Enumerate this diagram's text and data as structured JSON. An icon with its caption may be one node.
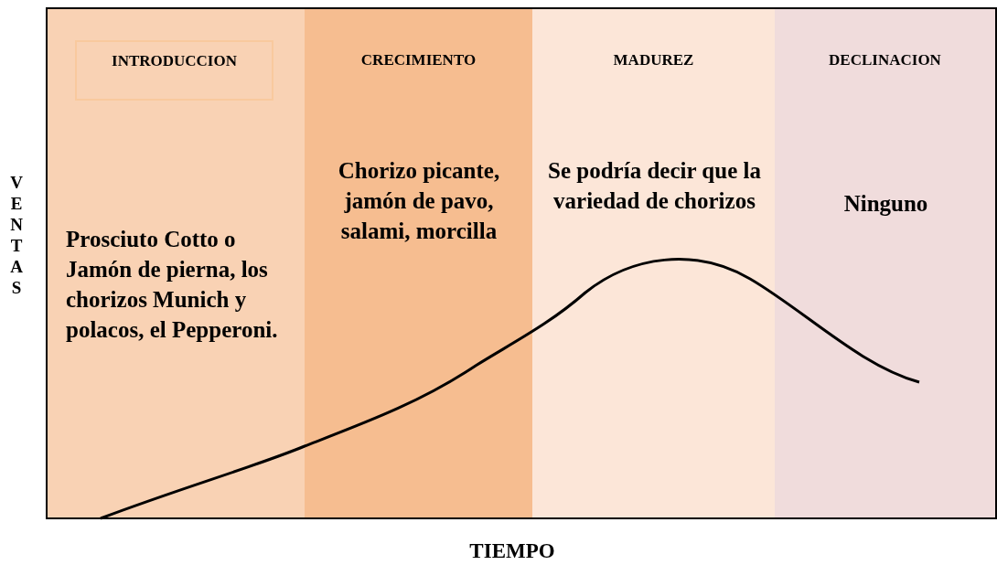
{
  "diagram": {
    "nodes": [
      {
        "text": [
          "Prosciuto Cotto o Jamón de pierna, los chorizos Munich y polacos, el Pepperoni."
        ]
      },
      {
        "text": [
          "INTRODUCCION"
        ],
        "in": 0
      },
      {
        "text": [
          "CRECIMIENTO",
          "Chorizo picante, jamón de pavo, salami, morcilla"
        ]
      },
      {
        "text": [
          "MADUREZ",
          "Se podría decir que la variedad de chorizos"
        ]
      },
      {
        "text": [
          "DECLINACION",
          "Ninguno"
        ]
      }
    ],
    "edges": [],
    "labels": [
      "VENTAS",
      "TIEMPO"
    ]
  }
}
